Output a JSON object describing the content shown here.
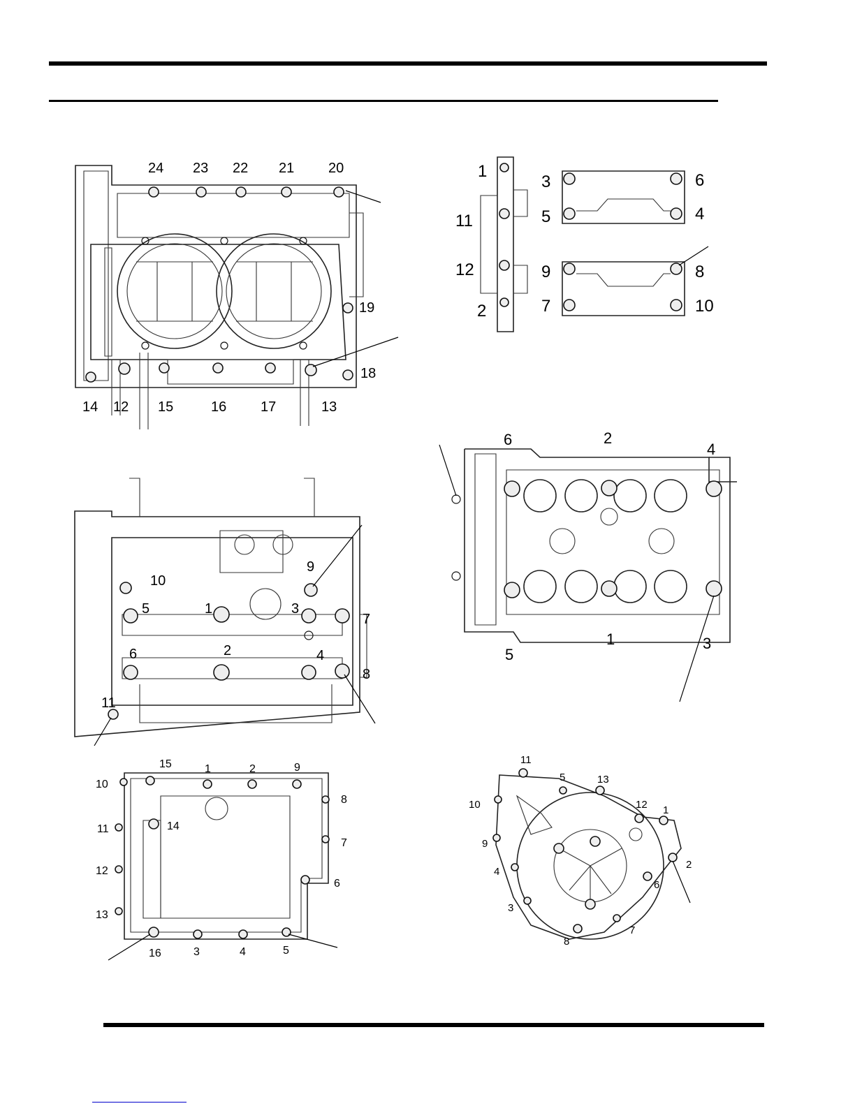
{
  "figures": {
    "crankcase_top": {
      "labels": [
        "24",
        "23",
        "22",
        "21",
        "20",
        "19",
        "18",
        "14",
        "12",
        "15",
        "16",
        "17",
        "13"
      ]
    },
    "cam_caps": {
      "labels": [
        "1",
        "11",
        "12",
        "2",
        "3",
        "6",
        "5",
        "4",
        "9",
        "8",
        "7",
        "10"
      ]
    },
    "crankcase_bottom": {
      "labels": [
        "10",
        "9",
        "5",
        "1",
        "3",
        "7",
        "6",
        "2",
        "4",
        "8",
        "11"
      ]
    },
    "cylinder_head": {
      "labels": [
        "6",
        "2",
        "4",
        "5",
        "1",
        "3"
      ]
    },
    "oil_pan": {
      "labels": [
        "15",
        "1",
        "2",
        "9",
        "10",
        "8",
        "11",
        "14",
        "7",
        "12",
        "6",
        "13",
        "16",
        "3",
        "4",
        "5"
      ]
    },
    "stator_cover": {
      "labels": [
        "11",
        "5",
        "13",
        "10",
        "12",
        "1",
        "9",
        "2",
        "4",
        "6",
        "3",
        "7",
        "8"
      ]
    }
  }
}
